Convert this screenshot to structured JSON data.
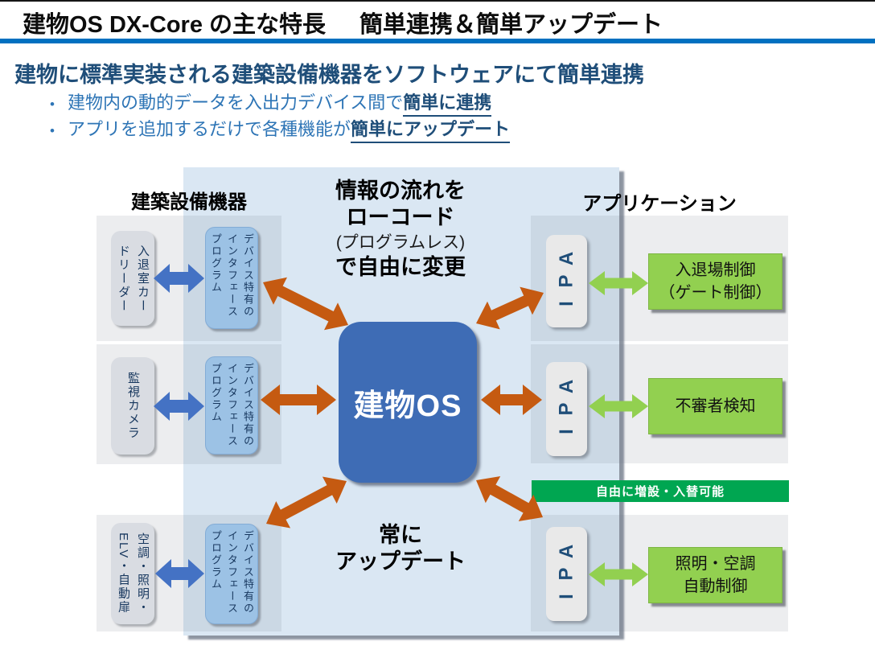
{
  "slide": {
    "title_left": "建物OS DX-Core の主な特長",
    "title_right": "簡単連携＆簡単アップデート",
    "heading": "建物に標準実装される建築設備機器をソフトウェアにて簡単連携",
    "bullets": [
      {
        "text": "建物内の動的データを入出力デバイス間で",
        "emphasis": "簡単に連携"
      },
      {
        "text": "アプリを追加するだけで各種機能が",
        "emphasis": "簡単にアップデート"
      }
    ]
  },
  "diagram": {
    "left_label": "建築設備機器",
    "right_label": "アプリケーション",
    "top_note": {
      "line1": "情報の流れを",
      "line2": "ローコード",
      "line3": "(プログラムレス)",
      "line4": "で自由に変更"
    },
    "bottom_note": {
      "line1": "常に",
      "line2": "アップデート"
    },
    "os_label": "建物OS",
    "interface_label": "デバイス特有の\nインタフェース\nプログラム",
    "api_label": "API",
    "devices": [
      "入退室カー\nドリーダー",
      "監視カメラ",
      "空調・照明・\nELV・自動扉"
    ],
    "apps": [
      "入退場制御\n（ゲート制御）",
      "不審者検知",
      "照明・空調\n自動制御"
    ],
    "banner": "自由に増設・入替可能",
    "colors": {
      "accent_blue": "#0070C0",
      "heading_navy": "#1F4E79",
      "body_blue": "#2E75B6",
      "panel_blue": "#DAE7F3",
      "os_blue": "#3E6CB5",
      "interface_blue": "#9CC2E5",
      "device_gray": "#D9DCE2",
      "api_gray": "#E9E9E9",
      "app_green": "#92D050",
      "banner_green": "#00A651",
      "arrow_orange": "#C55A11",
      "arrow_blue": "#4472C4",
      "arrow_green": "#92D050"
    }
  }
}
